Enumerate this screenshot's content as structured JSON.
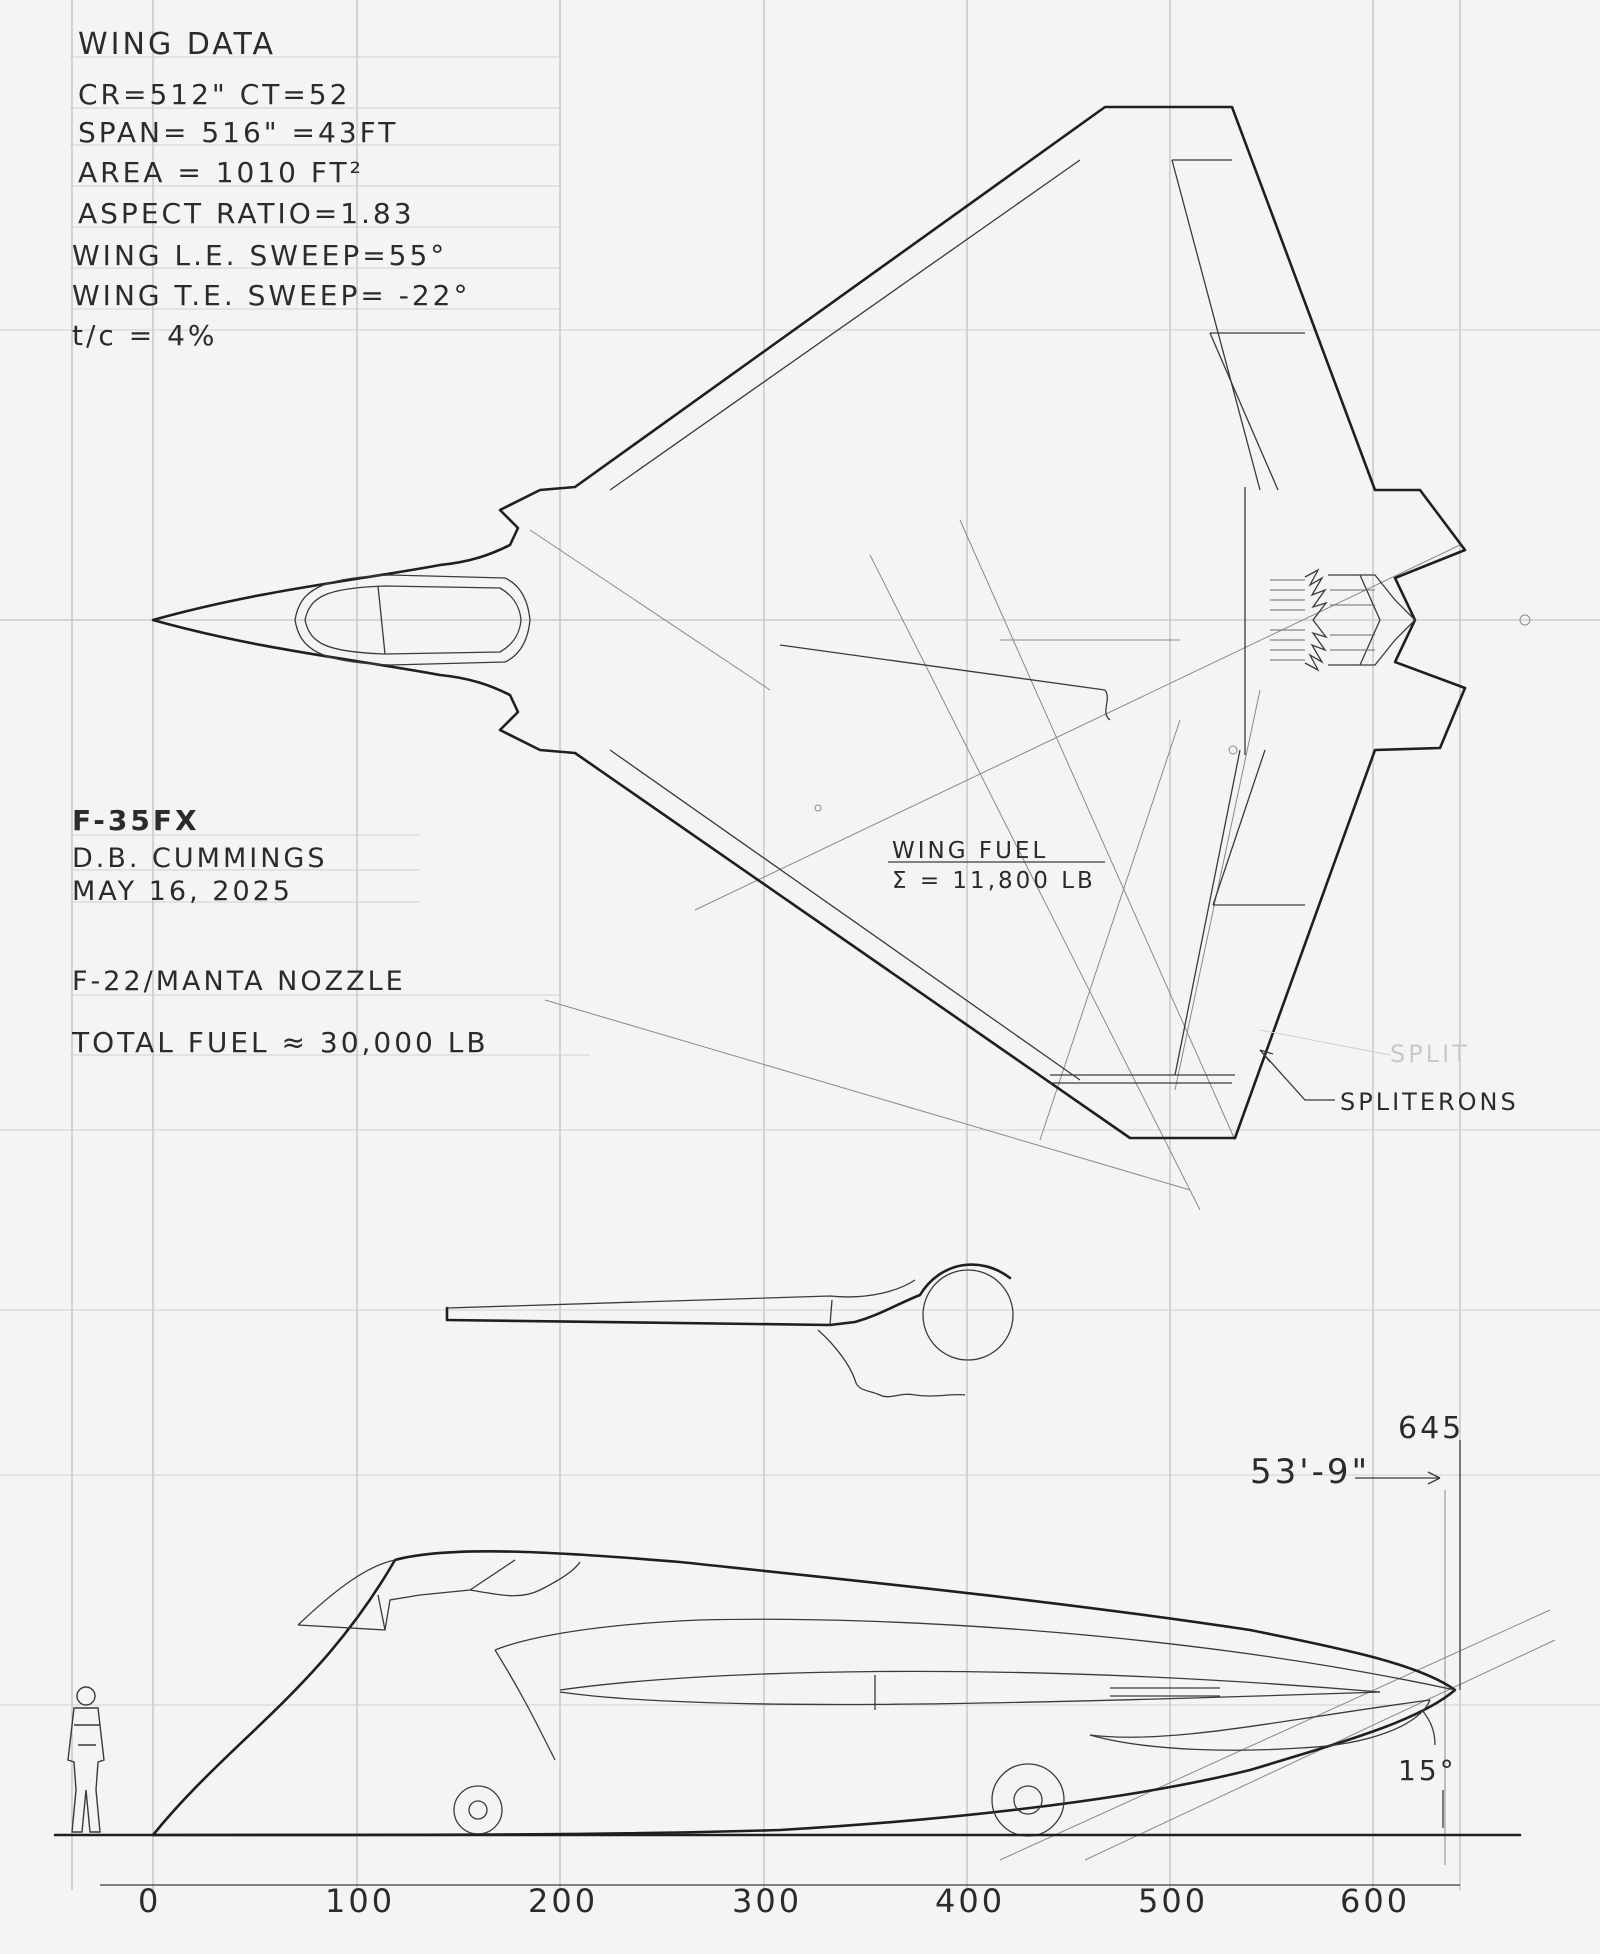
{
  "wing_data": {
    "title": "WING DATA",
    "lines": [
      "CR=512\" CT=52",
      "SPAN= 516\" =43FT",
      "AREA = 1010 FT²",
      "ASPECT RATIO=1.83",
      "WING L.E. SWEEP=55°",
      "WING T.E. SWEEP= -22°",
      "t/c = 4%"
    ]
  },
  "title_block": {
    "designation": "F-35FX",
    "author": "D.B. CUMMINGS",
    "date": "MAY 16, 2025"
  },
  "notes": {
    "nozzle": "F-22/MANTA NOZZLE",
    "total_fuel": "TOTAL FUEL ≈ 30,000 LB"
  },
  "callouts": {
    "wing_fuel_title": "WING FUEL",
    "wing_fuel_value": "Σ = 11,800 LB",
    "spliterons": "SPLITERONS",
    "split_ghost": "SPLIT",
    "length_ft": "53'-9\"",
    "length_in": "645",
    "rotation_angle": "15°"
  },
  "scale": {
    "ticks": [
      "0",
      "100",
      "200",
      "300",
      "400",
      "500",
      "600"
    ]
  }
}
